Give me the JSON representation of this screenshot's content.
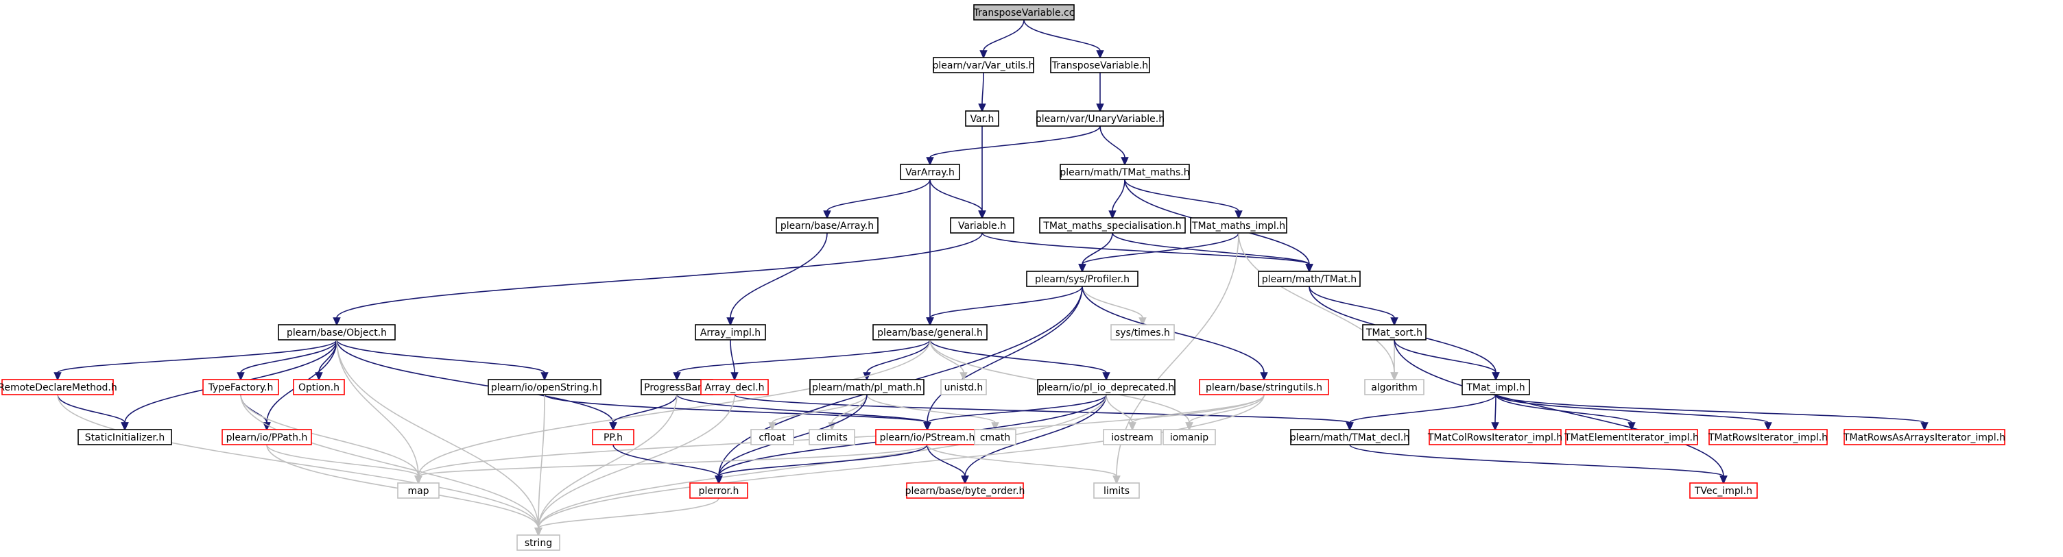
{
  "colors": {
    "root_fill": "#bfbfbf",
    "root_border": "#000000",
    "node_border": "#000000",
    "truncated_border": "#ff0000",
    "system_border": "#bfbfbf",
    "system_text": "#404040",
    "edge": "#191970",
    "system_edge": "#bfbfbf"
  },
  "nodes": [
    {
      "id": "transposevariable_cc",
      "label": "TransposeVariable.cc",
      "kind": "root"
    },
    {
      "id": "var_utils_h",
      "label": "plearn/var/Var_utils.h",
      "kind": "normal"
    },
    {
      "id": "transposevariable_h",
      "label": "TransposeVariable.h",
      "kind": "normal"
    },
    {
      "id": "var_h",
      "label": "Var.h",
      "kind": "normal"
    },
    {
      "id": "unaryvariable_h",
      "label": "plearn/var/UnaryVariable.h",
      "kind": "normal"
    },
    {
      "id": "vararray_h",
      "label": "VarArray.h",
      "kind": "normal"
    },
    {
      "id": "tmat_maths_h",
      "label": "plearn/math/TMat_maths.h",
      "kind": "normal"
    },
    {
      "id": "array_h",
      "label": "plearn/base/Array.h",
      "kind": "normal"
    },
    {
      "id": "variable_h",
      "label": "Variable.h",
      "kind": "normal"
    },
    {
      "id": "tmat_maths_spec_h",
      "label": "TMat_maths_specialisation.h",
      "kind": "normal"
    },
    {
      "id": "tmat_maths_impl_h",
      "label": "TMat_maths_impl.h",
      "kind": "normal"
    },
    {
      "id": "profiler_h",
      "label": "plearn/sys/Profiler.h",
      "kind": "normal"
    },
    {
      "id": "tmat_h",
      "label": "plearn/math/TMat.h",
      "kind": "normal"
    },
    {
      "id": "object_h",
      "label": "plearn/base/Object.h",
      "kind": "normal"
    },
    {
      "id": "array_impl_h",
      "label": "Array_impl.h",
      "kind": "normal"
    },
    {
      "id": "general_h",
      "label": "plearn/base/general.h",
      "kind": "normal"
    },
    {
      "id": "sys_times_h",
      "label": "sys/times.h",
      "kind": "system"
    },
    {
      "id": "tmat_sort_h",
      "label": "TMat_sort.h",
      "kind": "normal"
    },
    {
      "id": "remotedeclaremethod_h",
      "label": "RemoteDeclareMethod.h",
      "kind": "truncated"
    },
    {
      "id": "typefactory_h",
      "label": "TypeFactory.h",
      "kind": "truncated"
    },
    {
      "id": "option_h",
      "label": "Option.h",
      "kind": "truncated"
    },
    {
      "id": "openstring_h",
      "label": "plearn/io/openString.h",
      "kind": "normal"
    },
    {
      "id": "progressbar_h",
      "label": "ProgressBar.h",
      "kind": "normal"
    },
    {
      "id": "array_decl_h",
      "label": "Array_decl.h",
      "kind": "truncated"
    },
    {
      "id": "pl_math_h",
      "label": "plearn/math/pl_math.h",
      "kind": "normal"
    },
    {
      "id": "unistd_h",
      "label": "unistd.h",
      "kind": "system"
    },
    {
      "id": "pl_io_deprecated_h",
      "label": "plearn/io/pl_io_deprecated.h",
      "kind": "normal"
    },
    {
      "id": "stringutils_h",
      "label": "plearn/base/stringutils.h",
      "kind": "truncated"
    },
    {
      "id": "algorithm",
      "label": "algorithm",
      "kind": "system"
    },
    {
      "id": "tmat_impl_h",
      "label": "TMat_impl.h",
      "kind": "normal"
    },
    {
      "id": "staticinitializer_h",
      "label": "StaticInitializer.h",
      "kind": "normal"
    },
    {
      "id": "ppath_h",
      "label": "plearn/io/PPath.h",
      "kind": "truncated"
    },
    {
      "id": "pp_h",
      "label": "PP.h",
      "kind": "truncated"
    },
    {
      "id": "cfloat",
      "label": "cfloat",
      "kind": "system"
    },
    {
      "id": "climits",
      "label": "climits",
      "kind": "system"
    },
    {
      "id": "pstream_h",
      "label": "plearn/io/PStream.h",
      "kind": "truncated"
    },
    {
      "id": "cmath",
      "label": "cmath",
      "kind": "system"
    },
    {
      "id": "iostream",
      "label": "iostream",
      "kind": "system"
    },
    {
      "id": "iomanip",
      "label": "iomanip",
      "kind": "system"
    },
    {
      "id": "tmat_decl_h",
      "label": "plearn/math/TMat_decl.h",
      "kind": "normal"
    },
    {
      "id": "tmatcolrows_h",
      "label": "TMatColRowsIterator_impl.h",
      "kind": "truncated"
    },
    {
      "id": "tmatelement_h",
      "label": "TMatElementIterator_impl.h",
      "kind": "truncated"
    },
    {
      "id": "tmatrows_h",
      "label": "TMatRowsIterator_impl.h",
      "kind": "truncated"
    },
    {
      "id": "tmatrowsasarrays_h",
      "label": "TMatRowsAsArraysIterator_impl.h",
      "kind": "truncated"
    },
    {
      "id": "map",
      "label": "map",
      "kind": "system"
    },
    {
      "id": "plerror_h",
      "label": "plerror.h",
      "kind": "truncated"
    },
    {
      "id": "byte_order_h",
      "label": "plearn/base/byte_order.h",
      "kind": "truncated"
    },
    {
      "id": "limits",
      "label": "limits",
      "kind": "system"
    },
    {
      "id": "tvec_impl_h",
      "label": "TVec_impl.h",
      "kind": "truncated"
    },
    {
      "id": "string",
      "label": "string",
      "kind": "system"
    }
  ],
  "edges": [
    [
      "transposevariable_cc",
      "var_utils_h"
    ],
    [
      "transposevariable_cc",
      "transposevariable_h"
    ],
    [
      "var_utils_h",
      "var_h"
    ],
    [
      "transposevariable_h",
      "unaryvariable_h"
    ],
    [
      "var_h",
      "variable_h"
    ],
    [
      "unaryvariable_h",
      "vararray_h"
    ],
    [
      "unaryvariable_h",
      "tmat_maths_h"
    ],
    [
      "vararray_h",
      "array_h"
    ],
    [
      "vararray_h",
      "variable_h"
    ],
    [
      "vararray_h",
      "general_h"
    ],
    [
      "tmat_maths_h",
      "tmat_maths_spec_h"
    ],
    [
      "tmat_maths_h",
      "tmat_maths_impl_h"
    ],
    [
      "tmat_maths_h",
      "tmat_h"
    ],
    [
      "array_h",
      "array_impl_h"
    ],
    [
      "variable_h",
      "object_h"
    ],
    [
      "variable_h",
      "tmat_h"
    ],
    [
      "tmat_maths_spec_h",
      "profiler_h"
    ],
    [
      "tmat_maths_spec_h",
      "tmat_h"
    ],
    [
      "tmat_maths_impl_h",
      "profiler_h"
    ],
    [
      "tmat_maths_impl_h",
      "algorithm"
    ],
    [
      "tmat_maths_impl_h",
      "limits"
    ],
    [
      "profiler_h",
      "general_h"
    ],
    [
      "profiler_h",
      "sys_times_h"
    ],
    [
      "profiler_h",
      "stringutils_h"
    ],
    [
      "profiler_h",
      "pstream_h"
    ],
    [
      "profiler_h",
      "plerror_h"
    ],
    [
      "tmat_h",
      "tmat_sort_h"
    ],
    [
      "tmat_h",
      "tmat_impl_h"
    ],
    [
      "object_h",
      "remotedeclaremethod_h"
    ],
    [
      "object_h",
      "typefactory_h"
    ],
    [
      "object_h",
      "option_h"
    ],
    [
      "object_h",
      "openstring_h"
    ],
    [
      "object_h",
      "staticinitializer_h"
    ],
    [
      "object_h",
      "ppath_h"
    ],
    [
      "object_h",
      "pp_h"
    ],
    [
      "object_h",
      "map"
    ],
    [
      "object_h",
      "string"
    ],
    [
      "array_impl_h",
      "array_decl_h"
    ],
    [
      "general_h",
      "progressbar_h"
    ],
    [
      "general_h",
      "pl_math_h"
    ],
    [
      "general_h",
      "unistd_h"
    ],
    [
      "general_h",
      "pl_io_deprecated_h"
    ],
    [
      "general_h",
      "iomanip"
    ],
    [
      "general_h",
      "map"
    ],
    [
      "tmat_sort_h",
      "algorithm"
    ],
    [
      "tmat_sort_h",
      "tmat_impl_h"
    ],
    [
      "tmat_sort_h",
      "tvec_impl_h"
    ],
    [
      "remotedeclaremethod_h",
      "staticinitializer_h"
    ],
    [
      "remotedeclaremethod_h",
      "string"
    ],
    [
      "typefactory_h",
      "ppath_h"
    ],
    [
      "typefactory_h",
      "map"
    ],
    [
      "typefactory_h",
      "string"
    ],
    [
      "openstring_h",
      "pstream_h"
    ],
    [
      "openstring_h",
      "string"
    ],
    [
      "progressbar_h",
      "pp_h"
    ],
    [
      "progressbar_h",
      "pstream_h"
    ],
    [
      "progressbar_h",
      "string"
    ],
    [
      "array_decl_h",
      "tmat_decl_h"
    ],
    [
      "array_decl_h",
      "string"
    ],
    [
      "pl_math_h",
      "cfloat"
    ],
    [
      "pl_math_h",
      "climits"
    ],
    [
      "pl_math_h",
      "cmath"
    ],
    [
      "pl_math_h",
      "plerror_h"
    ],
    [
      "pl_io_deprecated_h",
      "pstream_h"
    ],
    [
      "pl_io_deprecated_h",
      "iostream"
    ],
    [
      "pl_io_deprecated_h",
      "plerror_h"
    ],
    [
      "pl_io_deprecated_h",
      "byte_order_h"
    ],
    [
      "pl_io_deprecated_h",
      "string"
    ],
    [
      "stringutils_h",
      "iostream"
    ],
    [
      "stringutils_h",
      "iomanip"
    ],
    [
      "stringutils_h",
      "map"
    ],
    [
      "stringutils_h",
      "string"
    ],
    [
      "tmat_impl_h",
      "tmat_decl_h"
    ],
    [
      "tmat_impl_h",
      "tmatcolrows_h"
    ],
    [
      "tmat_impl_h",
      "tmatelement_h"
    ],
    [
      "tmat_impl_h",
      "tmatrows_h"
    ],
    [
      "tmat_impl_h",
      "tmatrowsasarrays_h"
    ],
    [
      "ppath_h",
      "map"
    ],
    [
      "ppath_h",
      "string"
    ],
    [
      "pp_h",
      "plerror_h"
    ],
    [
      "pstream_h",
      "map"
    ],
    [
      "pstream_h",
      "plerror_h"
    ],
    [
      "pstream_h",
      "byte_order_h"
    ],
    [
      "pstream_h",
      "limits"
    ],
    [
      "tmat_decl_h",
      "tvec_impl_h"
    ],
    [
      "plerror_h",
      "string"
    ]
  ]
}
